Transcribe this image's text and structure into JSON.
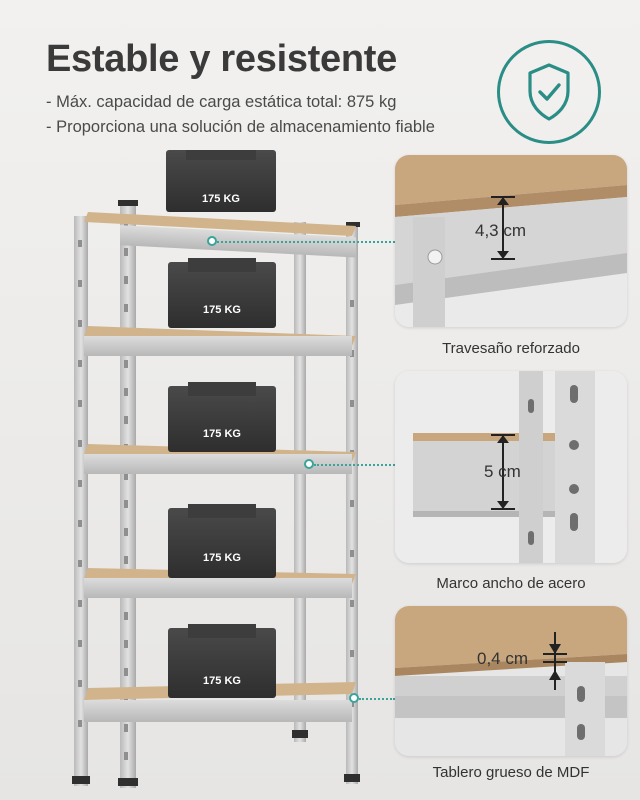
{
  "header": {
    "title": "Estable y resistente",
    "bullets": [
      "- Máx. capacidad de carga estática total: 875 kg",
      "- Proporciona una solución de almacenamiento fiable"
    ],
    "badge_icon": "shield-check-icon"
  },
  "shelf": {
    "weight_labels": [
      "175 KG",
      "175 KG",
      "175 KG",
      "175 KG",
      "175 KG"
    ]
  },
  "details": [
    {
      "measure": "4,3 cm",
      "caption": "Travesaño reforzado"
    },
    {
      "measure": "5 cm",
      "caption": "Marco ancho de acero"
    },
    {
      "measure": "0,4 cm",
      "caption": "Tablero grueso de MDF"
    }
  ],
  "colors": {
    "accent": "#2a8d86",
    "mdf": "#d2b48c",
    "steel": "#c9c9c9",
    "weight": "#3b3b3b"
  }
}
